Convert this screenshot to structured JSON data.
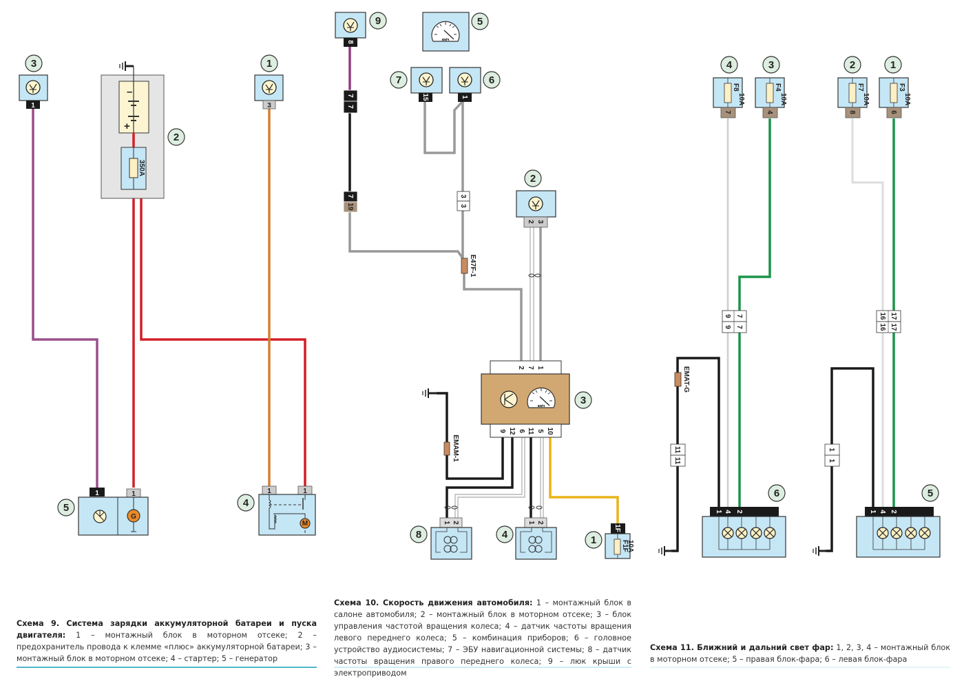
{
  "schemes": [
    {
      "id": "scheme-9",
      "caption_title": "Схема 9. Система зарядки аккумуляторной батареи и пуска двигателя:",
      "caption_text": "1 – монтажный блок в моторном отсеке; 2 – предохранитель провода к клемме «плюс» аккумуляторной батареи; 3 – монтажный блок в моторном отсеке; 4 – стартер; 5 – генератор",
      "callouts": [
        "1",
        "2",
        "3",
        "4",
        "5"
      ],
      "fuse_rating": "350A",
      "battery_minus": "–",
      "battery_plus": "+",
      "pins": {
        "block3": "1",
        "block1": "3",
        "gen_left": "1",
        "gen_right": "1",
        "starter_left": "1",
        "starter_right": "1"
      },
      "generator_symbol": "G",
      "starter_symbol": "M"
    },
    {
      "id": "scheme-10",
      "caption_title": "Схема 10. Скорость движения автомобиля:",
      "caption_text": "1 – монтажный блок в салоне автомобиля; 2 – монтажный блок в моторном отсеке; 3 – блок управления частотой вращения колеса; 4 – датчик частоты вращения левого переднего колеса; 5 – комбинация приборов; 6 – головное устройство аудиосистемы; 7 – ЭБУ навигационной системы; 8 – датчик частоты вращения правого переднего колеса; 9 – люк крыши с электроприводом",
      "callouts": [
        "1",
        "2",
        "3",
        "4",
        "5",
        "6",
        "7",
        "8",
        "9"
      ],
      "speedo_unit": "км/ч",
      "splice_labels": [
        "E47F-1",
        "EMAM-1"
      ],
      "pins": {
        "block9": "8",
        "conn_a_top": "7",
        "conn_a_mid": "7",
        "conn_a_bot_top": "7",
        "conn_a_bot": "19",
        "block7": "15",
        "block6": "1",
        "conn_b_top": "3",
        "conn_b_bot": "3",
        "block2": [
          "2",
          "3"
        ],
        "ecu_top": [
          "2",
          "7",
          "1"
        ],
        "ecu_bottom": [
          "9",
          "12",
          "6",
          "11",
          "5",
          "10"
        ],
        "sensor8": [
          "1",
          "2"
        ],
        "sensor4": [
          "1",
          "2"
        ],
        "fuse_pin": "1F"
      },
      "fuse": {
        "name": "F1F",
        "rating": "10A"
      }
    },
    {
      "id": "scheme-11",
      "caption_title": "Схема 11. Ближний и дальний свет фар:",
      "caption_text": "1, 2, 3, 4 – монтажный блок в моторном отсеке; 5 – правая блок-фара; 6 – левая блок-фара",
      "callouts": [
        "1",
        "2",
        "3",
        "4",
        "5",
        "6"
      ],
      "fuses": [
        {
          "callout": "4",
          "name": "F8",
          "rating": "10A",
          "pin": "7"
        },
        {
          "callout": "3",
          "name": "F4",
          "rating": "10A",
          "pin": "4"
        },
        {
          "callout": "2",
          "name": "F7",
          "rating": "10A",
          "pin": "8"
        },
        {
          "callout": "1",
          "name": "F3",
          "rating": "10A",
          "pin": "6"
        }
      ],
      "connectors": {
        "left_mid": [
          [
            "9",
            "7"
          ],
          [
            "9",
            "7"
          ]
        ],
        "right_mid": [
          [
            "16",
            "17"
          ],
          [
            "16",
            "17"
          ]
        ],
        "left_gnd": [
          "11",
          "11"
        ],
        "right_gnd": [
          "1",
          "1"
        ],
        "lamp_pins": [
          "1",
          "4",
          "2"
        ]
      },
      "splice_label": "EMAT-G"
    }
  ]
}
